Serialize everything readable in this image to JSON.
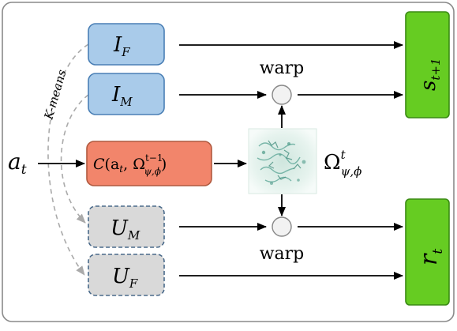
{
  "diagram": {
    "inputs": {
      "action": {
        "base": "a",
        "sub": "t"
      }
    },
    "blue_boxes": [
      {
        "id": "IF",
        "base": "I",
        "sub": "F"
      },
      {
        "id": "IM",
        "base": "I",
        "sub": "M"
      }
    ],
    "orange_box": {
      "prefix": "C",
      "args": "(a",
      "arg_sub": "t",
      "omega": "Ω",
      "omega_sup": "t−1",
      "omega_sub": "ψ,ϕ",
      "close": ")"
    },
    "gray_boxes": [
      {
        "id": "UM",
        "base": "U",
        "sub": "M"
      },
      {
        "id": "UF",
        "base": "U",
        "sub": "F"
      }
    ],
    "flow_field": {
      "omega": "Ω",
      "sup": "t",
      "sub": "ψ,ϕ"
    },
    "warp_top": "warp",
    "warp_bottom": "warp",
    "kmeans_label": "K-means",
    "output_top": {
      "base": "s",
      "sub": "t+1"
    },
    "output_bottom": {
      "base": "r",
      "sub": "t"
    },
    "colors": {
      "blue_fill": "#a9cbea",
      "blue_stroke": "#4a7fb5",
      "orange_fill": "#f2856b",
      "orange_stroke": "#b05a3f",
      "gray_fill": "#d9d9d9",
      "gray_stroke": "#4a6a8a",
      "green_fill": "#66cc22",
      "green_stroke": "#3a8a14",
      "frame_stroke": "#8a8a8a",
      "dash_stroke": "#aaaaaa"
    }
  }
}
